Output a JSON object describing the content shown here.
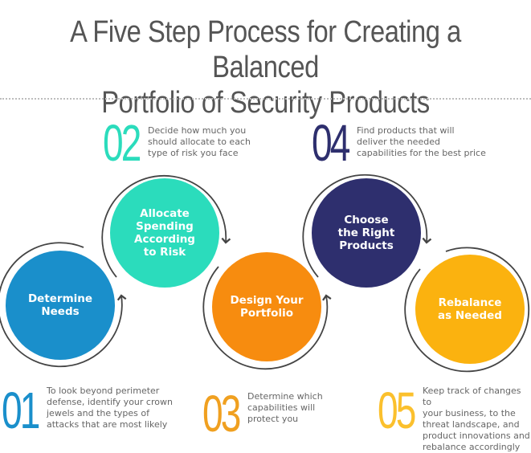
{
  "title": {
    "line1": "A Five Step Process for Creating a Balanced",
    "line2": "Portfolio of Security Products"
  },
  "colors": {
    "step1": "#1a8fcb",
    "step2": "#2bdcbc",
    "step3": "#f78c0f",
    "step4": "#2e2f6e",
    "step5": "#fbb20f",
    "ring": "#444444",
    "title": "#555555",
    "body_text": "#666666"
  },
  "steps": [
    {
      "number": "01",
      "label_lines": [
        "Determine",
        "Needs"
      ],
      "description": [
        "To look beyond perimeter",
        "defense, identify your crown",
        "jewels and the types of",
        "attacks that are most likely"
      ]
    },
    {
      "number": "02",
      "label_lines": [
        "Allocate",
        "Spending",
        "According",
        "to Risk"
      ],
      "description": [
        "Decide how much you",
        "should allocate to each",
        "type of risk you face"
      ]
    },
    {
      "number": "03",
      "label_lines": [
        "Design Your",
        "Portfolio"
      ],
      "description": [
        "Determine which",
        "capabilities will",
        "protect you"
      ]
    },
    {
      "number": "04",
      "label_lines": [
        "Choose",
        "the Right",
        "Products"
      ],
      "description": [
        "Find products that will",
        "deliver the needed",
        "capabilities for the best price"
      ]
    },
    {
      "number": "05",
      "label_lines": [
        "Rebalance",
        "as Needed"
      ],
      "description": [
        "Keep track of changes to",
        "your business, to the",
        "threat landscape, and",
        "product innovations and",
        "rebalance accordingly"
      ]
    }
  ]
}
